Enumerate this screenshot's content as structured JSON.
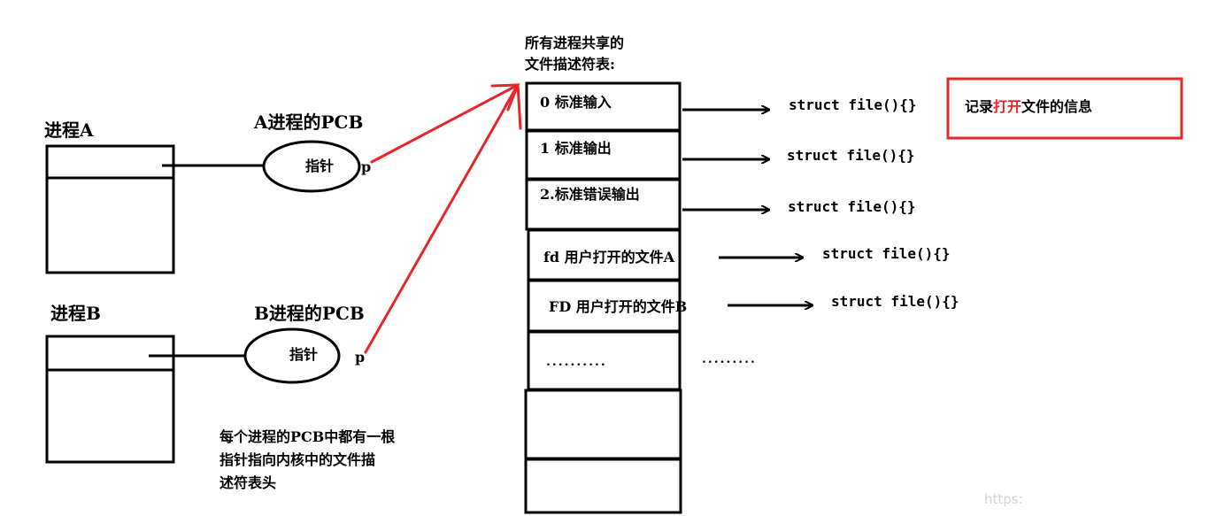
{
  "process_a": {
    "label": "进程A",
    "pcb_label": "A进程的PCB",
    "pointer_label": "指针",
    "p_label": "p"
  },
  "process_b": {
    "label": "进程B",
    "pcb_label": "B进程的PCB",
    "pointer_label": "指针",
    "p_label": "p"
  },
  "note": {
    "lines": [
      "每个进程的PCB中都有一根",
      "指针指向内核中的文件描",
      "述符表头"
    ]
  },
  "table": {
    "title_lines": [
      "所有进程共享的",
      "文件描述符表:"
    ],
    "entries": [
      {
        "label": "0 标准输入",
        "target": "struct file(){}"
      },
      {
        "label": "1 标准输出",
        "target": "struct file(){}"
      },
      {
        "label": "2.标准错误输出",
        "target": "struct file(){}"
      },
      {
        "label": "fd 用户打开的文件A",
        "target": "struct file(){}"
      },
      {
        "label": "FD 用户打开的文件B",
        "target": "struct file(){}"
      },
      {
        "label": "..........",
        "target": "........."
      }
    ]
  },
  "callout": {
    "prefix": "记录",
    "highlight": "打开",
    "suffix": "文件的信息"
  },
  "watermark": "https:",
  "colors": {
    "line": "#000000",
    "accent": "#e8262a",
    "watermark": "#d0d0d0"
  }
}
